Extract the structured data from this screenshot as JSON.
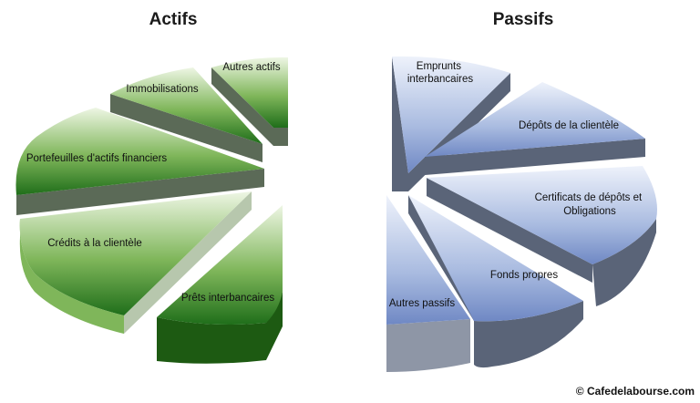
{
  "colors": {
    "actifs_light": "#eef6e4",
    "actifs_mid": "#7fb65a",
    "actifs_dark": "#1f6e1a",
    "actifs_side": "#5b6a57",
    "actifs_pale_side": "#b7c7ad",
    "actifs_deep_side": "#1d5a12",
    "passifs_light": "#eef2fb",
    "passifs_mid": "#a9bbe0",
    "passifs_dark": "#6f88c4",
    "passifs_side": "#5a6478",
    "passifs_pale_side": "#8e96a6"
  },
  "chart_data": [
    {
      "type": "pie",
      "title": "Actifs",
      "categories": [
        "Autres actifs",
        "Immobilisations",
        "Portefeuilles d'actifs financiers",
        "Crédits à la clientèle",
        "Prêts interbancaires"
      ]
    },
    {
      "type": "pie",
      "title": "Passifs",
      "categories": [
        "Emprunts interbancaires",
        "Dépôts de la clientèle",
        "Certificats de dépôts et Obligations",
        "Fonds propres",
        "Autres passifs"
      ]
    }
  ],
  "labels": {
    "passifs_emprunts_line1": "Emprunts",
    "passifs_emprunts_line2": "interbancaires",
    "passifs_certificats_line1": "Certificats de dépôts et",
    "passifs_certificats_line2": "Obligations"
  },
  "footer": {
    "copyright": "© Cafedelabourse.com"
  }
}
